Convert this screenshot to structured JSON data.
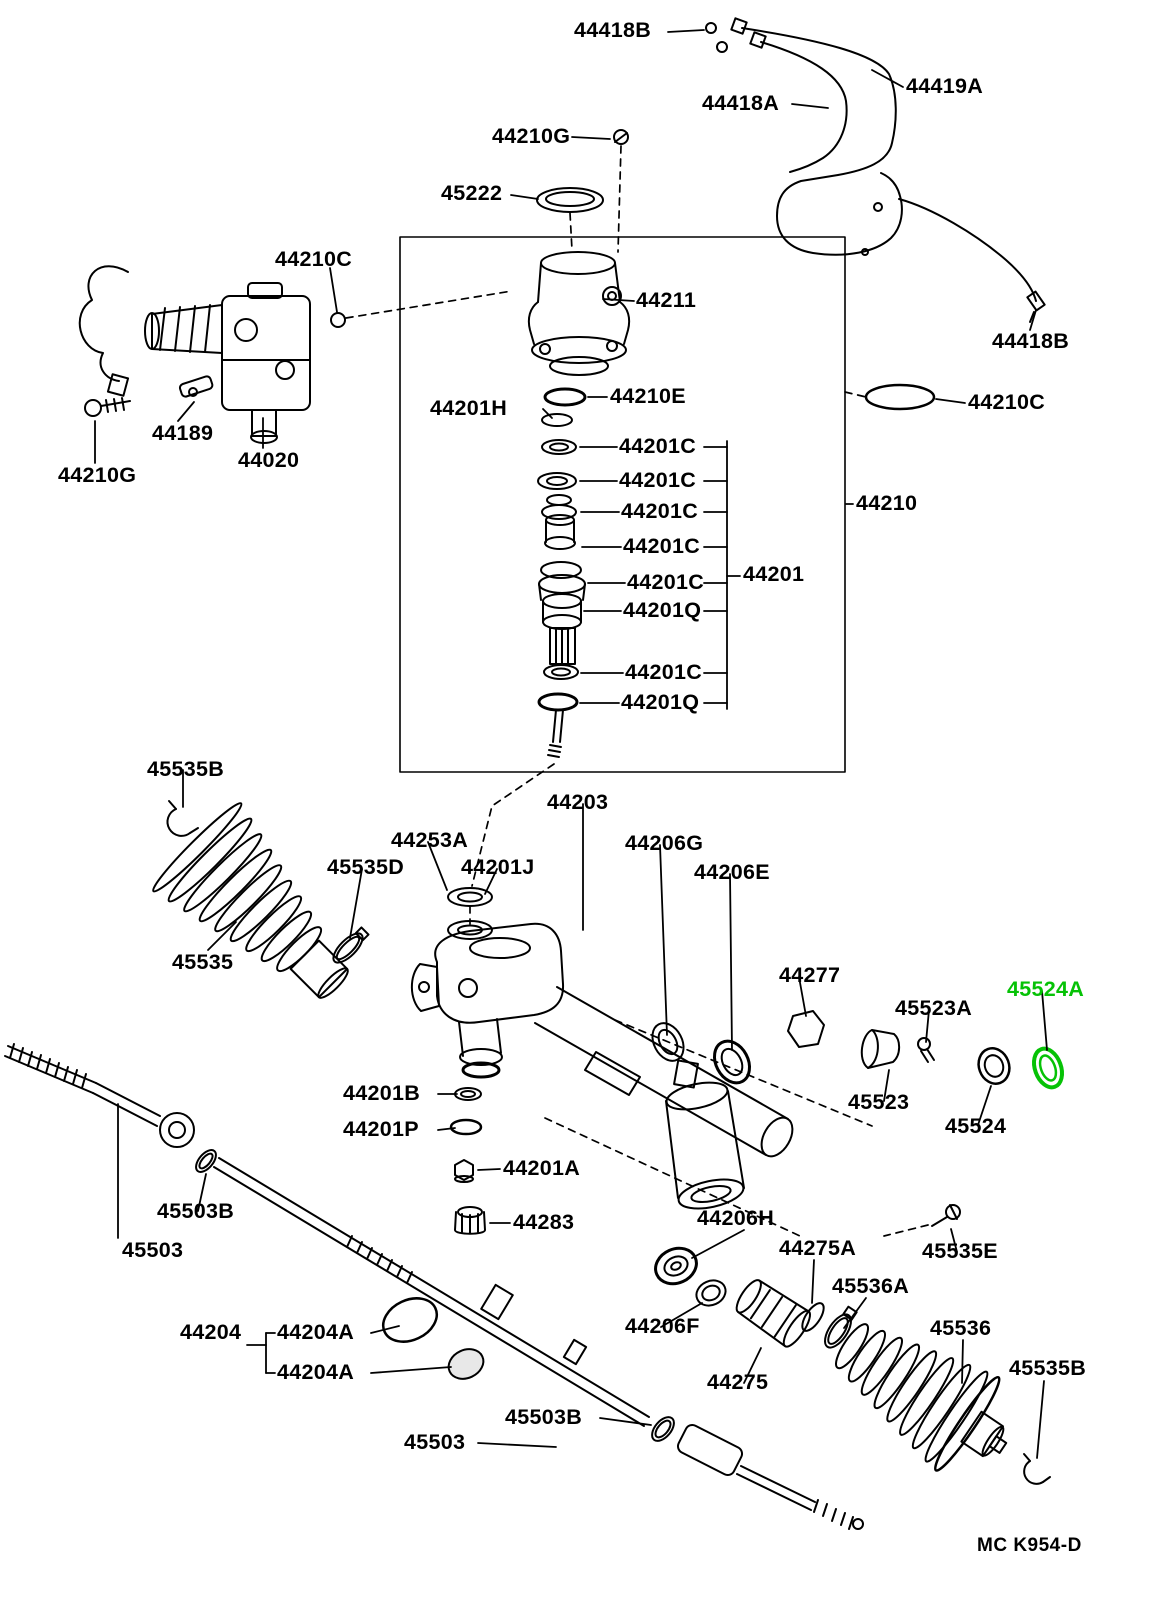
{
  "document_type": "exploded-parts-diagram",
  "highlighted_part": "45524A",
  "diagram_code": "MC K954-D",
  "colors": {
    "ink": "#000000",
    "highlight": "#06c206",
    "background": "#ffffff"
  },
  "labels": {
    "b44418_1": "44418B",
    "a44419": "44419A",
    "a44418": "44418A",
    "g44210_1": "44210G",
    "p45222": "45222",
    "c44210_1": "44210C",
    "p44211": "44211",
    "b44418_2": "44418B",
    "h44201": "44201H",
    "e44210": "44210E",
    "c44210_2": "44210C",
    "c44201_1": "44201C",
    "p44189": "44189",
    "p44020": "44020",
    "g44210_2": "44210G",
    "c44201_2": "44201C",
    "c44201_3": "44201C",
    "p44210": "44210",
    "c44201_4": "44201C",
    "c44201_5": "44201C",
    "p44201": "44201",
    "q44201_1": "44201Q",
    "c44201_6": "44201C",
    "q44201_2": "44201Q",
    "b45535_1": "45535B",
    "p44203": "44203",
    "a44253": "44253A",
    "g44206": "44206G",
    "d45535": "45535D",
    "j44201": "44201J",
    "e44206": "44206E",
    "p45535": "45535",
    "p44277": "44277",
    "a45523": "45523A",
    "a45524": "45524A",
    "b44201": "44201B",
    "p45523": "45523",
    "p44201p": "44201P",
    "p45524": "45524",
    "a44201": "44201A",
    "b45503_1": "45503B",
    "p44283": "44283",
    "h44206": "44206H",
    "p45503_1": "45503",
    "a44275": "44275A",
    "e45535": "45535E",
    "a45536": "45536A",
    "f44206": "44206F",
    "p45536": "45536",
    "p44204": "44204",
    "a44204_1": "44204A",
    "b45535_2": "45535B",
    "a44204_2": "44204A",
    "p44275": "44275",
    "b45503_2": "45503B",
    "p45503_2": "45503"
  }
}
